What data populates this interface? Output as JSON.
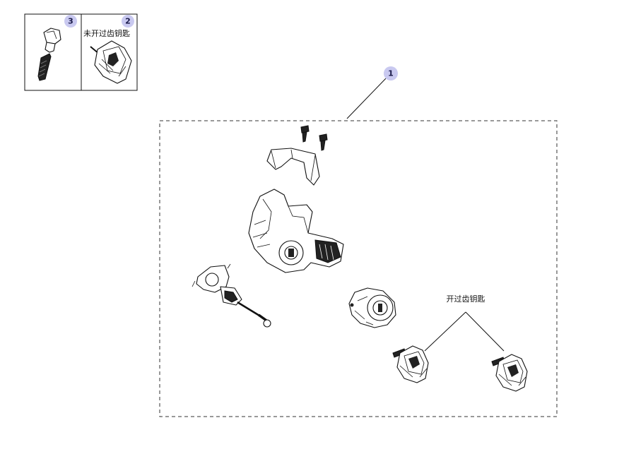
{
  "inset": {
    "cells": [
      {
        "callout": "3",
        "label": ""
      },
      {
        "callout": "2",
        "label": "未开过齿钥匙"
      }
    ]
  },
  "main": {
    "callout": "1",
    "keys_label": "开过齿钥匙"
  },
  "colors": {
    "callout_fill": "#c9c9f0",
    "callout_text": "#1a1a4a",
    "line": "#111111",
    "frame_dash": "#333333"
  }
}
